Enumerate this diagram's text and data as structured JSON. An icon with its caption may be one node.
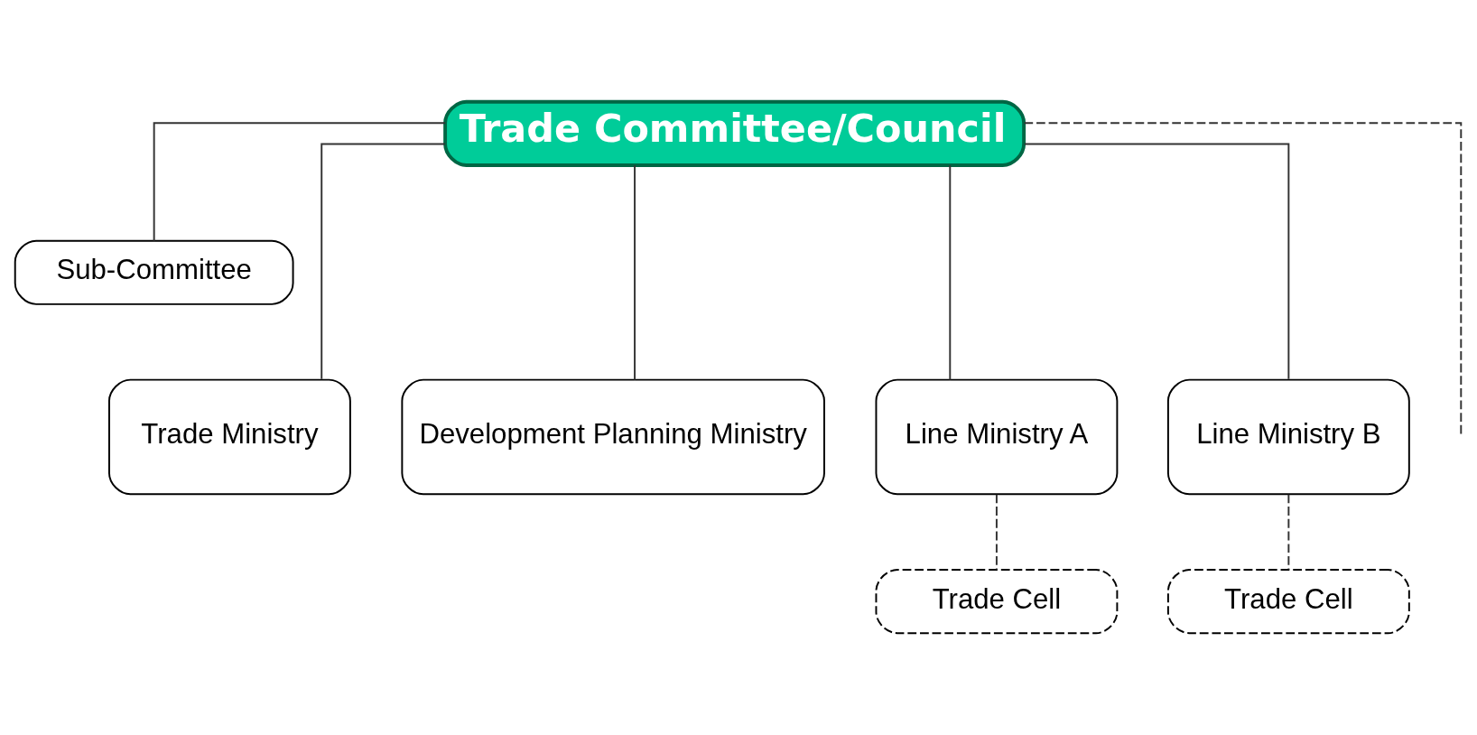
{
  "diagram": {
    "nodes": [
      {
        "text": [
          "Trade Committee/Council"
        ]
      },
      {
        "text": [
          "Sub-Committee"
        ]
      },
      {
        "text": [
          "Trade Ministry"
        ]
      },
      {
        "text": [
          "Development Planning Ministry"
        ]
      },
      {
        "text": [
          "Line Ministry A"
        ]
      },
      {
        "text": [
          "Line Ministry B"
        ]
      },
      {
        "text": [
          "Trade Cell"
        ]
      },
      {
        "text": [
          "Trade Cell"
        ]
      }
    ],
    "edges": [
      {
        "from": 0,
        "to": 1,
        "arrow": "none"
      },
      {
        "from": 0,
        "to": 2,
        "arrow": "none"
      },
      {
        "from": 0,
        "to": 3,
        "arrow": "none"
      },
      {
        "from": 0,
        "to": 4,
        "arrow": "none"
      },
      {
        "from": 0,
        "to": 5,
        "arrow": "none"
      },
      {
        "from": 0,
        "to": null,
        "arrow": "none",
        "style": "dashed"
      },
      {
        "from": 4,
        "to": 6,
        "arrow": "none",
        "style": "dashed"
      },
      {
        "from": 5,
        "to": 7,
        "arrow": "none",
        "style": "dashed"
      }
    ]
  }
}
